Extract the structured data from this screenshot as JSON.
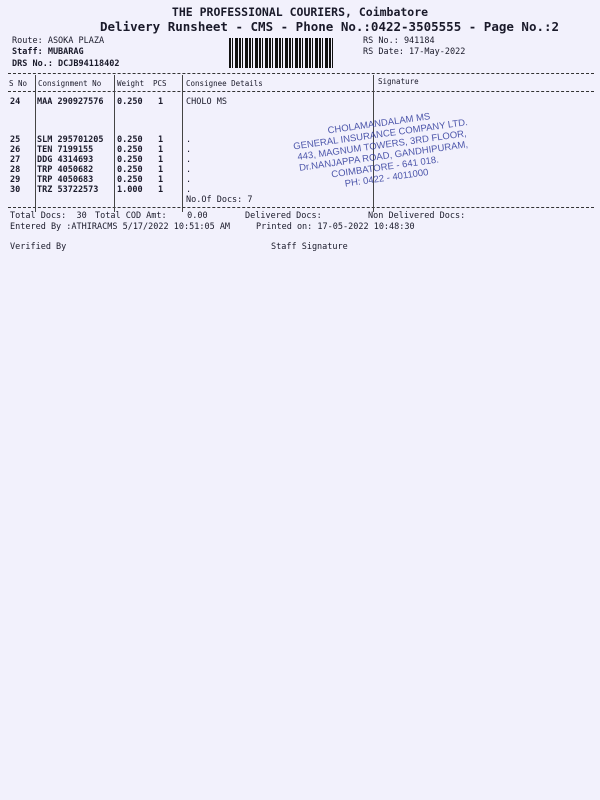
{
  "header": {
    "company": "THE PROFESSIONAL COURIERS, Coimbatore",
    "subtitle": "Delivery Runsheet - CMS - Phone No.:0422-3505555 - Page No.:2",
    "route": "Route: ASOKA PLAZA",
    "staff": "Staff: MUBARAG",
    "drs": "DRS No.: DCJB94118402",
    "rs_no": "RS No.: 941184",
    "rs_date": "RS Date: 17-May-2022"
  },
  "table": {
    "columns": [
      "S No",
      "Consignment No",
      "Weight",
      "PCS",
      "Consignee Details",
      "Signature"
    ],
    "rows": [
      {
        "sno": "24",
        "cons": "MAA 290927576",
        "weight": "0.250",
        "pcs": "1",
        "details": "CHOLO MS"
      },
      {
        "sno": "25",
        "cons": "SLM 295701205",
        "weight": "0.250",
        "pcs": "1",
        "details": "."
      },
      {
        "sno": "26",
        "cons": "TEN 7199155",
        "weight": "0.250",
        "pcs": "1",
        "details": "."
      },
      {
        "sno": "27",
        "cons": "DDG 4314693",
        "weight": "0.250",
        "pcs": "1",
        "details": "."
      },
      {
        "sno": "28",
        "cons": "TRP 4050682",
        "weight": "0.250",
        "pcs": "1",
        "details": "."
      },
      {
        "sno": "29",
        "cons": "TRP 4050683",
        "weight": "0.250",
        "pcs": "1",
        "details": "."
      },
      {
        "sno": "30",
        "cons": "TRZ 53722573",
        "weight": "1.000",
        "pcs": "1",
        "details": "."
      }
    ],
    "no_of_docs": "No.Of Docs: 7"
  },
  "footer": {
    "total_docs": "Total Docs:  30",
    "total_cod": "Total COD Amt:    0.00",
    "delivered": "Delivered Docs:",
    "non_delivered": "Non Delivered Docs:",
    "entered_by": "Entered By :ATHIRACMS 5/17/2022 10:51:05 AM",
    "printed_on": "Printed on: 17-05-2022 10:48:30",
    "verified_by": "Verified By",
    "staff_signature": "Staff Signature"
  },
  "stamp": {
    "lines": [
      "CHOLAMANDALAM MS",
      "GENERAL INSURANCE COMPANY LTD.",
      "443, MAGNUM TOWERS, 3RD FLOOR,",
      "Dr.NANJAPPA ROAD, GANDHIPURAM,",
      "COIMBATORE - 641 018.",
      "PH: 0422 - 4011000"
    ]
  }
}
